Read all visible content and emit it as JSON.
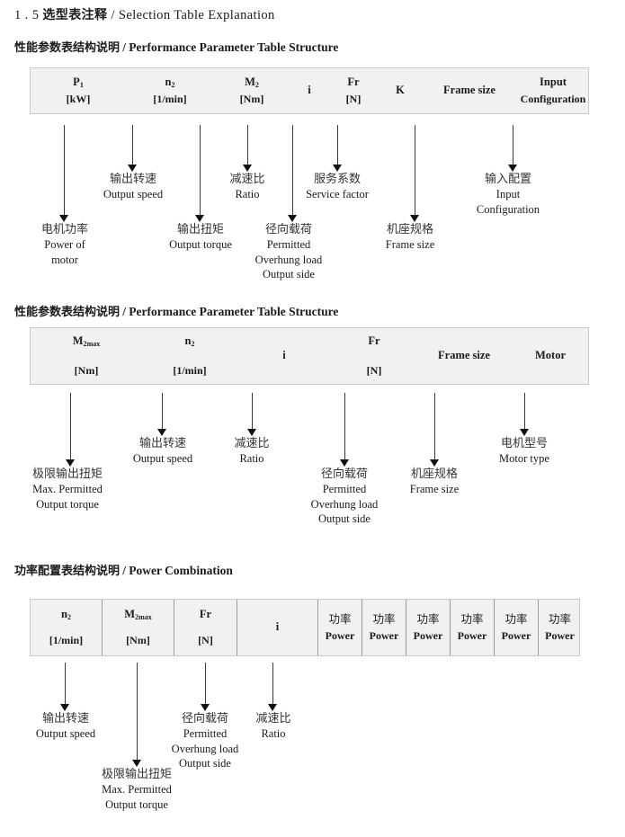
{
  "document": {
    "title_number": "1 . 5",
    "title_cn": "选型表注释",
    "title_sep": "/",
    "title_en": "Selection Table Explanation"
  },
  "sections": [
    {
      "heading_cn": "性能参数表结构说明",
      "heading_sep": "/",
      "heading_en": "Performance Parameter Table Structure",
      "table": {
        "columns": [
          {
            "line1": "P",
            "sub1": "1",
            "line2": "[kW]"
          },
          {
            "line1": "n",
            "sub1": "2",
            "line2": "[1/min]"
          },
          {
            "line1": "M",
            "sub1": "2",
            "line2": "[Nm]"
          },
          {
            "line1": "i",
            "sub1": "",
            "line2": ""
          },
          {
            "line1": "Fr",
            "sub1": "",
            "line2": "[N]"
          },
          {
            "line1": "K",
            "sub1": "",
            "line2": ""
          },
          {
            "line1": "Frame size",
            "sub1": "",
            "line2": ""
          },
          {
            "line1": "Input",
            "sub1": "",
            "line2": "Configuration"
          }
        ]
      },
      "callouts": [
        {
          "cn": "电机功率",
          "en": [
            "Power of",
            "motor"
          ]
        },
        {
          "cn": "输出转速",
          "en": [
            "Output speed"
          ]
        },
        {
          "cn": "输出扭矩",
          "en": [
            "Output torque"
          ]
        },
        {
          "cn": "减速比",
          "en": [
            "Ratio"
          ]
        },
        {
          "cn": "径向载荷",
          "en": [
            "Permitted",
            "Overhung load",
            "Output side"
          ]
        },
        {
          "cn": "服务系数",
          "en": [
            "Service factor"
          ]
        },
        {
          "cn": "机座规格",
          "en": [
            "Frame size"
          ]
        },
        {
          "cn": "输入配置",
          "en": [
            "Input",
            "Configuration"
          ]
        }
      ]
    },
    {
      "heading_cn": "性能参数表结构说明",
      "heading_sep": "/",
      "heading_en": "Performance Parameter Table Structure",
      "table": {
        "columns": [
          {
            "line1": "M",
            "sub1": "2max",
            "line2": "[Nm]"
          },
          {
            "line1": "n",
            "sub1": "2",
            "line2": "[1/min]"
          },
          {
            "line1": "i",
            "sub1": "",
            "line2": ""
          },
          {
            "line1": "Fr",
            "sub1": "",
            "line2": "[N]"
          },
          {
            "line1": "Frame size",
            "sub1": "",
            "line2": ""
          },
          {
            "line1": "Motor",
            "sub1": "",
            "line2": ""
          }
        ]
      },
      "callouts": [
        {
          "cn": "极限输出扭矩",
          "en": [
            "Max. Permitted",
            "Output  torque"
          ]
        },
        {
          "cn": "输出转速",
          "en": [
            "Output speed"
          ]
        },
        {
          "cn": "减速比",
          "en": [
            "Ratio"
          ]
        },
        {
          "cn": "径向载荷",
          "en": [
            "Permitted",
            "Overhung load",
            "Output side"
          ]
        },
        {
          "cn": "机座规格",
          "en": [
            "Frame size"
          ]
        },
        {
          "cn": "电机型号",
          "en": [
            "Motor type"
          ]
        }
      ]
    },
    {
      "heading_cn": "功率配置表结构说明",
      "heading_sep": "/",
      "heading_en": "Power Combination",
      "table": {
        "columns": [
          {
            "line1": "n",
            "sub1": "2",
            "line2": "[1/min]"
          },
          {
            "line1": "M",
            "sub1": "2max",
            "line2": "[Nm]"
          },
          {
            "line1": "Fr",
            "sub1": "",
            "line2": "[N]"
          },
          {
            "line1": "i",
            "sub1": "",
            "line2": ""
          },
          {
            "line1_cn": "功率",
            "line2": "Power"
          },
          {
            "line1_cn": "功率",
            "line2": "Power"
          },
          {
            "line1_cn": "功率",
            "line2": "Power"
          },
          {
            "line1_cn": "功率",
            "line2": "Power"
          },
          {
            "line1_cn": "功率",
            "line2": "Power"
          },
          {
            "line1_cn": "功率",
            "line2": "Power"
          }
        ]
      },
      "callouts": [
        {
          "cn": "输出转速",
          "en": [
            "Output speed"
          ]
        },
        {
          "cn": "极限输出扭矩",
          "en": [
            "Max. Permitted",
            "Output  torque"
          ]
        },
        {
          "cn": "径向载荷",
          "en": [
            "Permitted",
            "Overhung load",
            "Output side"
          ]
        },
        {
          "cn": "减速比",
          "en": [
            "Ratio"
          ]
        }
      ]
    }
  ],
  "colors": {
    "table_fill": "#f1f1f1",
    "table_border": "#c9c9c9",
    "divider": "#9a9a9a",
    "arrow": "#111111",
    "text": "#1a1a1a"
  }
}
